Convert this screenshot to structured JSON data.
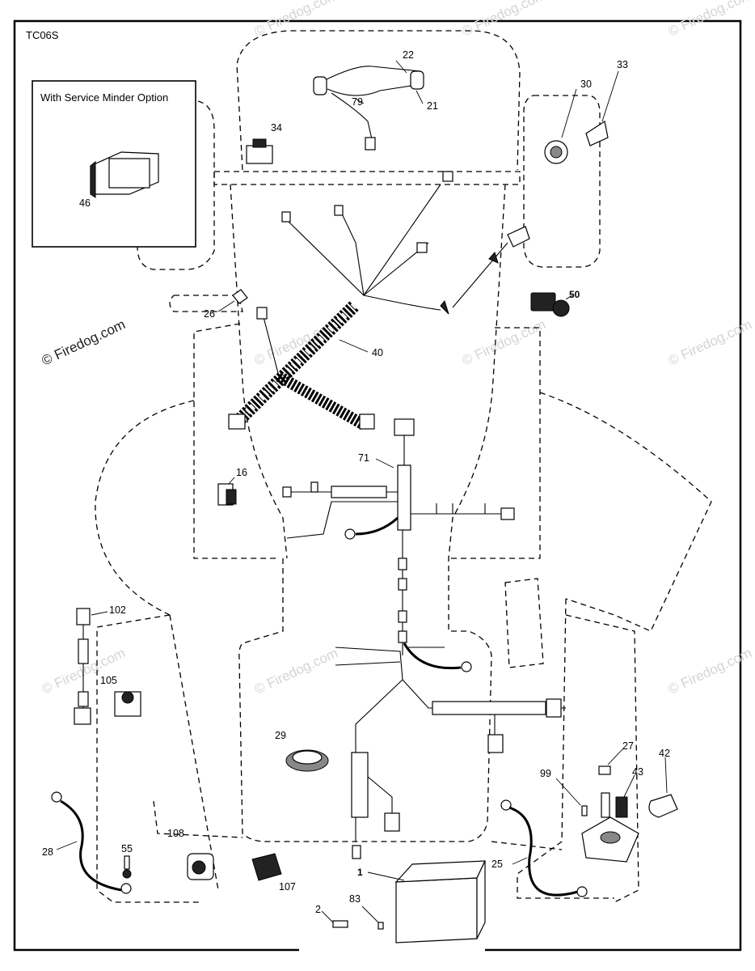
{
  "diagram": {
    "code": "TC06S",
    "inset_title": "With Service Minder Option",
    "watermarks": [
      "© Firedog.com",
      "© Firedog.com",
      "© Firedog.com",
      "© Firedog.com",
      "© Firedog.com",
      "© Firedog.com",
      "© Firedog.com",
      "© Firedog.com",
      "© Firedog.com",
      "© Firedog.com"
    ],
    "callouts": {
      "p1": "1",
      "p2": "2",
      "p16": "16",
      "p21": "21",
      "p22": "22",
      "p25": "25",
      "p26": "26",
      "p27": "27",
      "p28": "28",
      "p29": "29",
      "p30": "30",
      "p33": "33",
      "p34": "34",
      "p40": "40",
      "p42": "42",
      "p43": "43",
      "p46": "46",
      "p50": "50",
      "p55": "55",
      "p71": "71",
      "p79": "79",
      "p83": "83",
      "p99": "99",
      "p102": "102",
      "p105": "105",
      "p107": "107",
      "p108": "108"
    }
  }
}
